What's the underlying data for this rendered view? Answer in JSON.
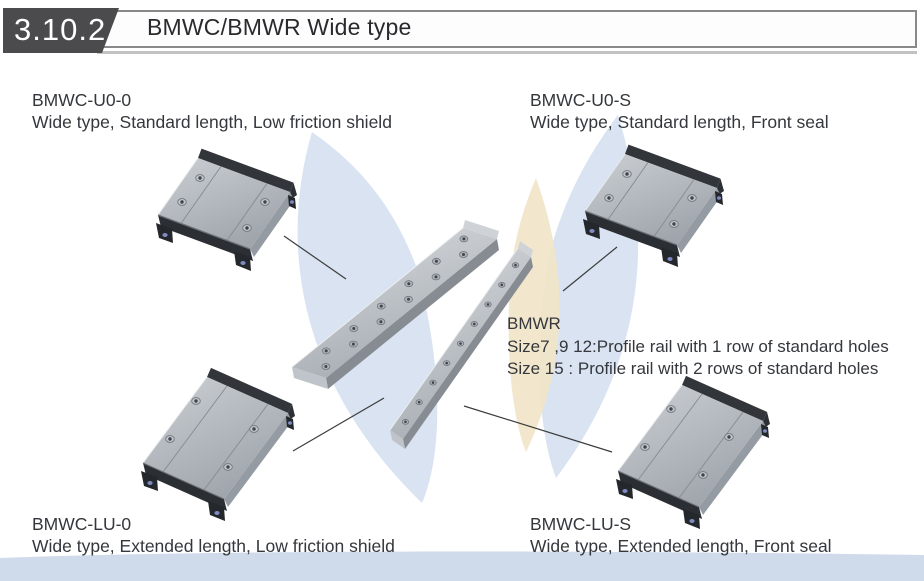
{
  "header": {
    "section_number": "3.10.2",
    "title": "BMWC/BMWR Wide type"
  },
  "products": [
    {
      "position": "top-left",
      "code": "BMWC-U0-0",
      "description": "Wide type, Standard length, Low friction shield"
    },
    {
      "position": "top-right",
      "code": "BMWC-U0-S",
      "description": "Wide type, Standard length, Front seal"
    },
    {
      "position": "bottom-left",
      "code": "BMWC-LU-0",
      "description": "Wide type, Extended length, Low friction shield"
    },
    {
      "position": "bottom-right",
      "code": "BMWC-LU-S",
      "description": "Wide type, Extended length, Front seal"
    }
  ],
  "rail_callout": {
    "code": "BMWR",
    "description_line1": "Size7 ,9 12:Profile rail with 1 row of standard holes",
    "description_line2": "Size 15 : Profile rail with 2 rows of standard holes"
  },
  "colors": {
    "header_box": "#4b4b4d",
    "header_text": "#ffffff",
    "title_text": "#2a2a2e",
    "title_border": "#898989",
    "label_text": "#34373c",
    "watermark_blue": "#cfdcef",
    "watermark_beige": "#f1e4c6",
    "bottom_band": "#ccd8e9",
    "block_dark_edge": "#32363b",
    "block_face": "#b4bac0"
  }
}
